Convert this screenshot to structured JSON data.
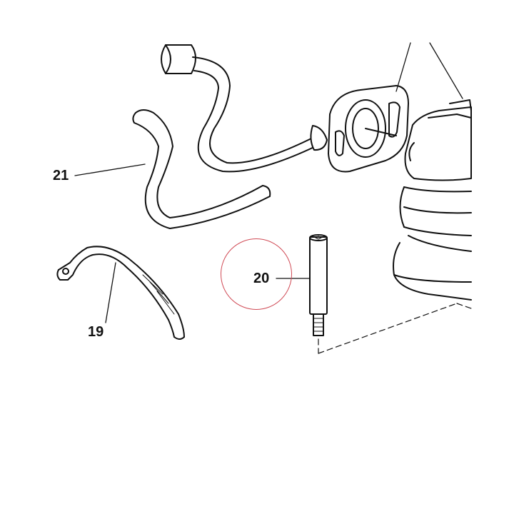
{
  "callouts": {
    "part_21": "21",
    "part_19": "19",
    "part_20": "20"
  },
  "colors": {
    "line": "#111111",
    "highlight": "#d04a55",
    "background": "#ffffff"
  }
}
